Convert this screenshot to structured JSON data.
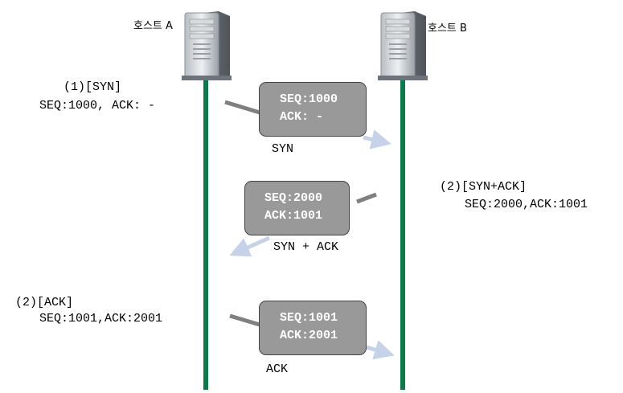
{
  "hosts": {
    "a_label": "호스트 A",
    "b_label": "호스트 B"
  },
  "step1": {
    "title": "(1)[SYN]",
    "detail": "SEQ:1000, ACK: -",
    "box_line1": "SEQ:1000",
    "box_line2": "ACK: -",
    "arrow_label": "SYN"
  },
  "step2": {
    "title": "(2)[SYN+ACK]",
    "detail": "SEQ:2000,ACK:1001",
    "box_line1": "SEQ:2000",
    "box_line2": "ACK:1001",
    "arrow_label": "SYN + ACK"
  },
  "step3": {
    "title": "(2)[ACK]",
    "detail": "SEQ:1001,ACK:2001",
    "box_line1": "SEQ:1001",
    "box_line2": "ACK:2001",
    "arrow_label": "ACK"
  },
  "colors": {
    "lifeline": "#0b7a4b",
    "box_fill": "#999999",
    "arrow_gray": "#808080",
    "arrow_light": "#c5d2e8"
  }
}
